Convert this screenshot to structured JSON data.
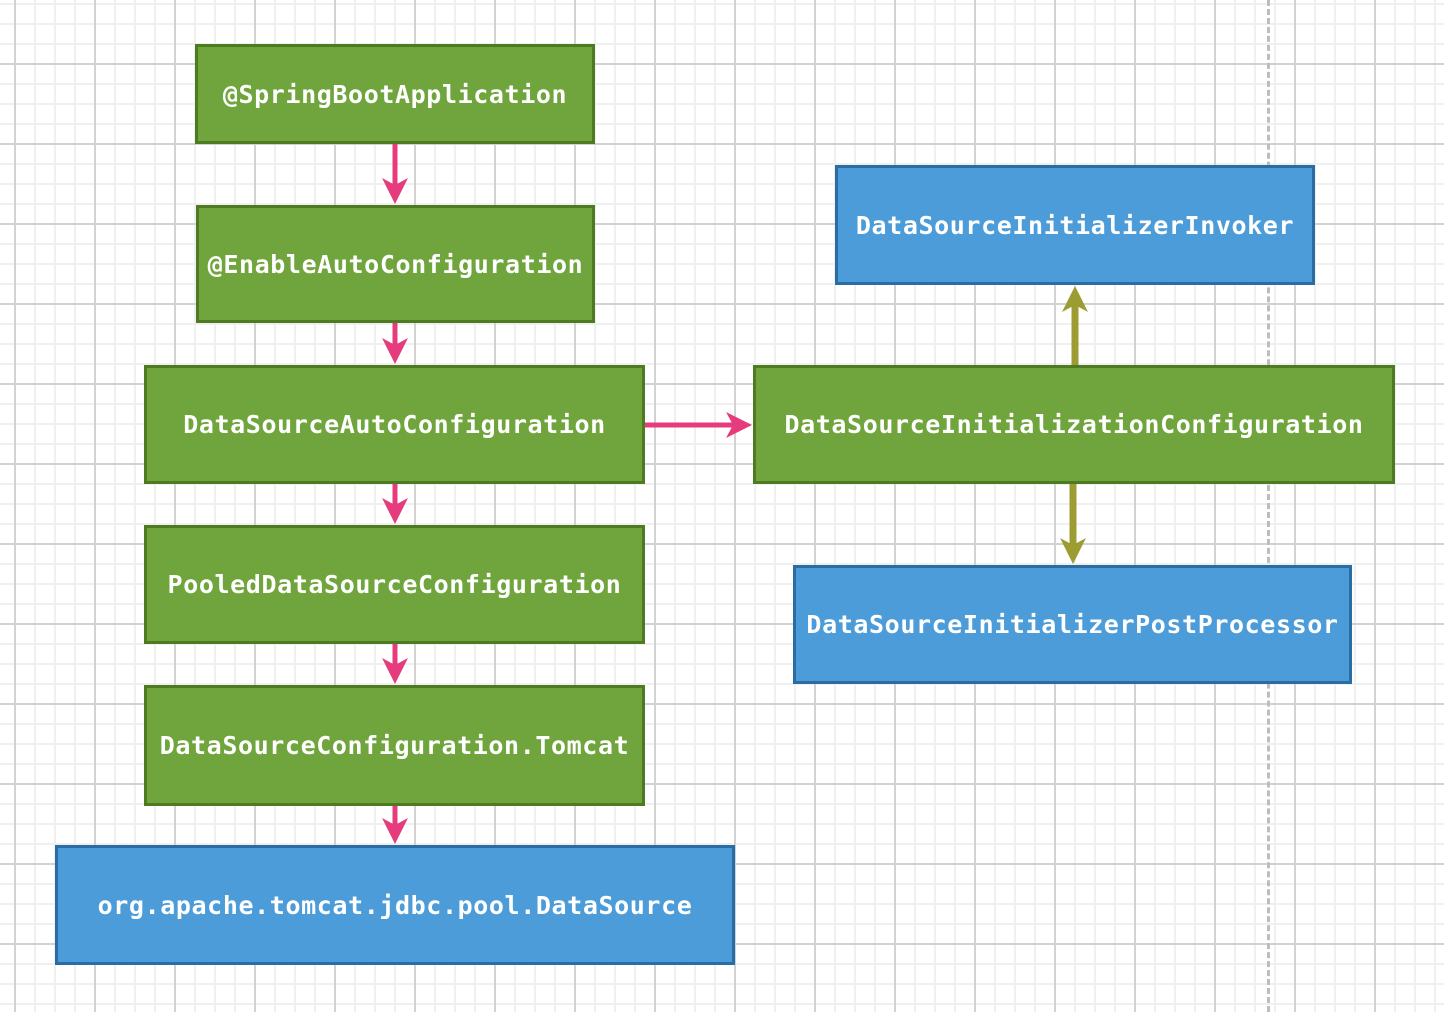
{
  "colors": {
    "pink_arrow": "#E63C7E",
    "olive_arrow": "#9C9C33",
    "green_fill": "#6FA53C",
    "green_border": "#4E7A22",
    "blue_fill": "#4C9CD9",
    "blue_border": "#2A6DA5",
    "page_boundary_line": "#BDBDBD"
  },
  "nodes": [
    {
      "id": "springbootapp",
      "label": "@SpringBootApplication",
      "kind": "green"
    },
    {
      "id": "enableautoconf",
      "label": "@EnableAutoConfiguration",
      "kind": "green"
    },
    {
      "id": "dsautoconf",
      "label": "DataSourceAutoConfiguration",
      "kind": "green"
    },
    {
      "id": "pooledconf",
      "label": "PooledDataSourceConfiguration",
      "kind": "green"
    },
    {
      "id": "dsconftomcat",
      "label": "DataSourceConfiguration.Tomcat",
      "kind": "green"
    },
    {
      "id": "tomcatds",
      "label": "org.apache.tomcat.jdbc.pool.DataSource",
      "kind": "blue"
    },
    {
      "id": "initinvoker",
      "label": "DataSourceInitializerInvoker",
      "kind": "blue"
    },
    {
      "id": "initconf",
      "label": "DataSourceInitializationConfiguration",
      "kind": "green"
    },
    {
      "id": "initpostproc",
      "label": "DataSourceInitializerPostProcessor",
      "kind": "blue"
    }
  ],
  "edges": [
    {
      "from": "springbootapp",
      "to": "enableautoconf",
      "color": "pink_arrow"
    },
    {
      "from": "enableautoconf",
      "to": "dsautoconf",
      "color": "pink_arrow"
    },
    {
      "from": "dsautoconf",
      "to": "pooledconf",
      "color": "pink_arrow"
    },
    {
      "from": "pooledconf",
      "to": "dsconftomcat",
      "color": "pink_arrow"
    },
    {
      "from": "dsconftomcat",
      "to": "tomcatds",
      "color": "pink_arrow"
    },
    {
      "from": "dsautoconf",
      "to": "initconf",
      "color": "pink_arrow"
    },
    {
      "from": "initconf",
      "to": "initinvoker",
      "color": "olive_arrow"
    },
    {
      "from": "initconf",
      "to": "initpostproc",
      "color": "olive_arrow"
    }
  ]
}
